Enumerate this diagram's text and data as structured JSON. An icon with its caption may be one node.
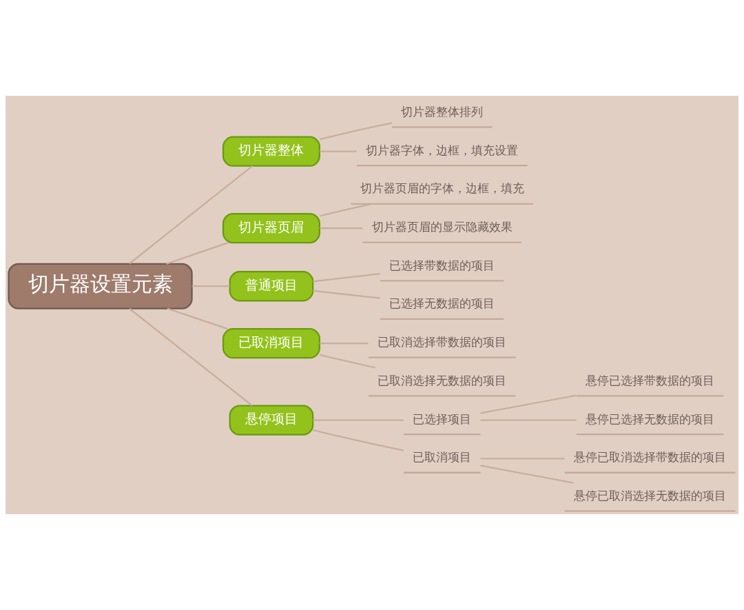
{
  "diagram": {
    "nodes": [
      {
        "text": [
          "切片器设置元素"
        ]
      },
      {
        "text": [
          "切片器整体"
        ]
      },
      {
        "text": [
          "切片器整体排列"
        ]
      },
      {
        "text": [
          "切片器字体，边框，填充设置"
        ]
      },
      {
        "text": [
          "切片器页眉"
        ]
      },
      {
        "text": [
          "切片器页眉的字体，边框，填充"
        ]
      },
      {
        "text": [
          "切片器页眉的显示隐藏效果"
        ]
      },
      {
        "text": [
          "普通项目"
        ]
      },
      {
        "text": [
          "已选择带数据的项目"
        ]
      },
      {
        "text": [
          "已选择无数据的项目"
        ]
      },
      {
        "text": [
          "已取消项目"
        ]
      },
      {
        "text": [
          "已取消选择带数据的项目"
        ]
      },
      {
        "text": [
          "已取消选择无数据的项目"
        ]
      },
      {
        "text": [
          "悬停项目"
        ]
      },
      {
        "text": [
          "已选择项目"
        ]
      },
      {
        "text": [
          "悬停已选择带数据的项目"
        ]
      },
      {
        "text": [
          "悬停已选择无数据的项目"
        ]
      },
      {
        "text": [
          "已取消项目"
        ]
      },
      {
        "text": [
          "悬停已取消选择带数据的项目"
        ]
      },
      {
        "text": [
          "悬停已取消选择无数据的项目"
        ]
      }
    ],
    "edges": [
      {
        "from": 0,
        "to": 1,
        "arrow": "none"
      },
      {
        "from": 0,
        "to": 4,
        "arrow": "none"
      },
      {
        "from": 0,
        "to": 7,
        "arrow": "none"
      },
      {
        "from": 0,
        "to": 10,
        "arrow": "none"
      },
      {
        "from": 0,
        "to": 13,
        "arrow": "none"
      },
      {
        "from": 1,
        "to": 2,
        "arrow": "none"
      },
      {
        "from": 1,
        "to": 3,
        "arrow": "none"
      },
      {
        "from": 4,
        "to": 5,
        "arrow": "none"
      },
      {
        "from": 4,
        "to": 6,
        "arrow": "none"
      },
      {
        "from": 7,
        "to": 8,
        "arrow": "none"
      },
      {
        "from": 7,
        "to": 9,
        "arrow": "none"
      },
      {
        "from": 10,
        "to": 11,
        "arrow": "none"
      },
      {
        "from": 10,
        "to": 12,
        "arrow": "none"
      },
      {
        "from": 13,
        "to": 14,
        "arrow": "none"
      },
      {
        "from": 13,
        "to": 17,
        "arrow": "none"
      },
      {
        "from": 14,
        "to": 15,
        "arrow": "none"
      },
      {
        "from": 14,
        "to": 16,
        "arrow": "none"
      },
      {
        "from": 17,
        "to": 18,
        "arrow": "none"
      },
      {
        "from": 17,
        "to": 19,
        "arrow": "none"
      }
    ]
  }
}
